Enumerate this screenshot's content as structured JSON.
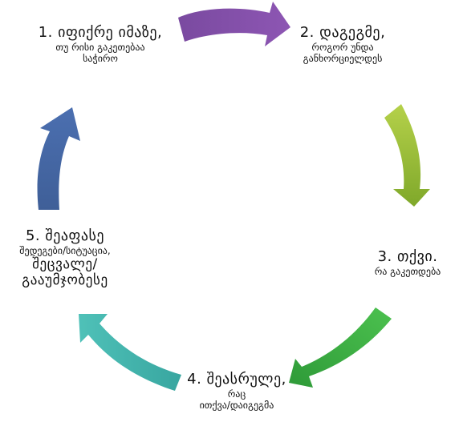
{
  "diagram": {
    "steps": [
      {
        "num": "1.",
        "title": "იფიქრე იმაზე,",
        "desc": [
          "თუ რისი გაკეთებაა",
          "საჭირო"
        ],
        "color": "#7a4aa0"
      },
      {
        "num": "2.",
        "title": "დაგეგმე,",
        "desc": [
          "როგორ უნდა",
          "განხორციელდეს"
        ],
        "color": "#a8c83e"
      },
      {
        "num": "3.",
        "title": "თქვი.",
        "desc": [
          "რა გაკეთდება"
        ],
        "color": "#39a845"
      },
      {
        "num": "4.",
        "title": "შეასრულე,",
        "desc": [
          "რაც",
          "ითქვა/დაიგეგმა"
        ],
        "color": "#2f9b9b"
      },
      {
        "num": "5.",
        "title": "შეაფასე",
        "desc": [
          "შედეგები/სიტუაცია,"
        ],
        "desc_big": [
          "შეცვალე/",
          "გააუმჯობესე"
        ],
        "color": "#3a5ea0"
      }
    ]
  }
}
